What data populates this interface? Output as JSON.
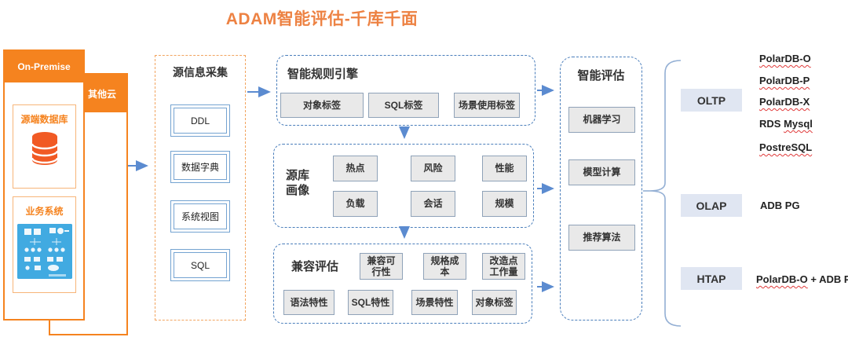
{
  "title": "ADAM智能评估-千库千面",
  "colors": {
    "accent_orange": "#F5831F",
    "title_orange": "#ED8243",
    "light_orange_border": "#F7B579",
    "dashed_blue": "#4A7EBB",
    "arrow_blue": "#5B8BD0",
    "bracket_blue": "#93AFD4",
    "tag_fill": "#E9E9E9",
    "tag_border": "#8FA2B8",
    "category_fill": "#E0E6F2",
    "spellcheck_red": "#E03A3A",
    "thumbnail_blue": "#41AAE1",
    "db_icon_orange": "#F15A24"
  },
  "left": {
    "on_premise_label": "On-Premise",
    "other_cloud_label": "其他云",
    "source_db_label": "源端数据库",
    "business_system_label": "业务系统"
  },
  "collection": {
    "title": "源信息采集",
    "items": [
      "DDL",
      "数据字典",
      "系统视图",
      "SQL"
    ]
  },
  "rules_engine": {
    "title": "智能规则引擎",
    "tags": [
      "对象标签",
      "SQL标签",
      "场景使用标签"
    ]
  },
  "source_profile": {
    "title": "源库画像",
    "tags": [
      "热点",
      "风险",
      "性能",
      "负载",
      "会话",
      "规模"
    ]
  },
  "compat": {
    "title": "兼容评估",
    "tags_top": [
      "兼容可行性",
      "规格成本",
      "改造点工作量"
    ],
    "tags_bottom": [
      "语法特性",
      "SQL特性",
      "场景特性",
      "对象标签"
    ]
  },
  "assessment": {
    "title": "智能评估",
    "items": [
      "机器学习",
      "模型计算",
      "推荐算法"
    ]
  },
  "targets": {
    "oltp_label": "OLTP",
    "olap_label": "OLAP",
    "htap_label": "HTAP",
    "oltp_dbs": [
      "PolarDB-O",
      "PolarDB-P",
      "PolarDB-X"
    ],
    "rds": {
      "prefix": "RDS ",
      "name": "Mysql"
    },
    "postgre": "PostreSQL",
    "olap_db": "ADB PG",
    "htap": {
      "wavy": "PolarDB-O",
      "rest": " + ADB PG"
    }
  }
}
